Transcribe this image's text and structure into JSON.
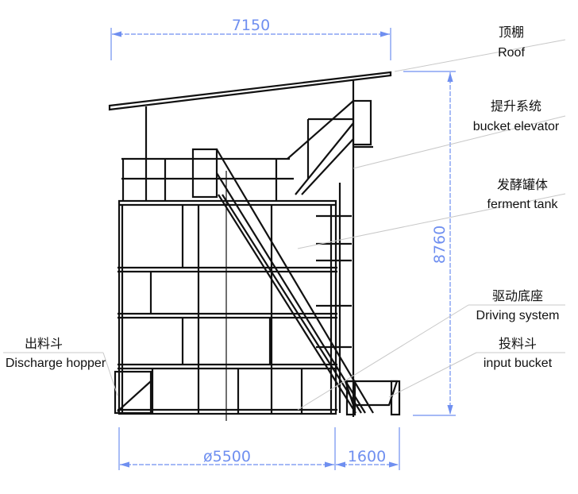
{
  "dimensions": {
    "width_total": "7150",
    "height_total": "8760",
    "tank_diameter": "ø5500",
    "elevator_offset": "1600"
  },
  "labels": [
    {
      "zh": "顶棚",
      "en": "Roof"
    },
    {
      "zh": "提升系统",
      "en": "bucket elevator"
    },
    {
      "zh": "发酵罐体",
      "en": "ferment tank"
    },
    {
      "zh": "驱动底座",
      "en": "Driving system"
    },
    {
      "zh": "投料斗",
      "en": "input bucket"
    },
    {
      "zh": "出料斗",
      "en": "Discharge hopper"
    }
  ],
  "colors": {
    "dimension": "#6f8ff0",
    "structure": "#111111",
    "leader": "#c8c8c8"
  }
}
